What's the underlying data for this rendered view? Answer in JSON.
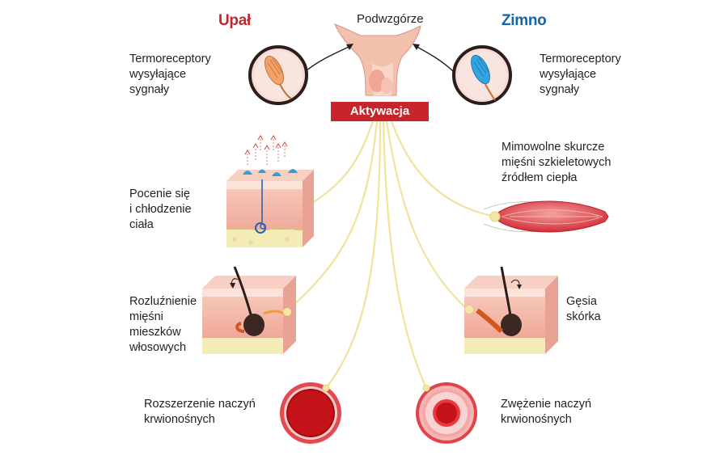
{
  "colors": {
    "heat": "#c8242b",
    "cold": "#1565a8",
    "nerve": "#f2e49a",
    "activation_bg": "#c8242b",
    "skin": "#f3b5a6",
    "muscle": "#e2474c",
    "vessel": "#c8131b"
  },
  "headings": {
    "heat": "Upał",
    "cold": "Zimno"
  },
  "hypothalamus": "Podwzgórze",
  "activation": "Aktywacja",
  "heat_side": {
    "receptors": "Termoreceptory\nwysyłające\nsygnały",
    "sweating": "Pocenie się\ni chłodzenie\nciała",
    "relaxation": "Rozluźnienie\nmięśni\nmieszków\nwłosowych",
    "dilation": "Rozszerzenie naczyń\nkrwionośnych"
  },
  "cold_side": {
    "receptors": "Termoreceptory\nwysyłające\nsygnały",
    "shivering": "Mimowolne skurcze\nmięśni szkieletowych\nźródłem ciepła",
    "goosebumps": "Gęsia\nskórka",
    "constriction": "Zwężenie naczyń\nkrwionośnych"
  },
  "icons": {
    "heat_receptor": "warm-thermoreceptor-icon",
    "cold_receptor": "cold-thermoreceptor-icon",
    "sweat_skin": "sweating-skin-icon",
    "muscle": "skeletal-muscle-icon",
    "hair_relaxed": "relaxed-hair-follicle-icon",
    "hair_erect": "erect-hair-follicle-icon",
    "vessel_dilated": "dilated-vessel-icon",
    "vessel_constricted": "constricted-vessel-icon"
  }
}
